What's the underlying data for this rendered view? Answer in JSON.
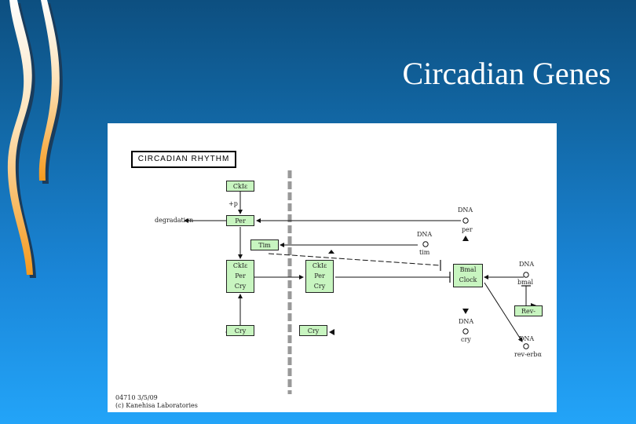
{
  "slide": {
    "title": "Circadian Genes"
  },
  "diagram": {
    "heading": "CIRCADIAN RHYTHM",
    "boxes": {
      "ckI_top": "CkIε",
      "per_top": "Per",
      "tim": "Tim",
      "complex_left": [
        "CkIε",
        "Per",
        "Cry"
      ],
      "complex_right": [
        "CkIε",
        "Per",
        "Cry"
      ],
      "bmal_clock": [
        "Bmal",
        "Clock"
      ],
      "cry_left": "Cry",
      "cry_right": "Cry",
      "rev_erba": "Rev-erbα"
    },
    "labels": {
      "plus_p": "+p",
      "degradation": "degradation",
      "dna": "DNA",
      "per_gene": "per",
      "tim_gene": "tim",
      "bmal_gene": "bmal",
      "cry_gene": "cry",
      "rev_erba_gene": "rev-erbα"
    },
    "footer": {
      "code": "04710  3/5/09",
      "copyright": "(c) Kanehisa Laboratories"
    }
  }
}
